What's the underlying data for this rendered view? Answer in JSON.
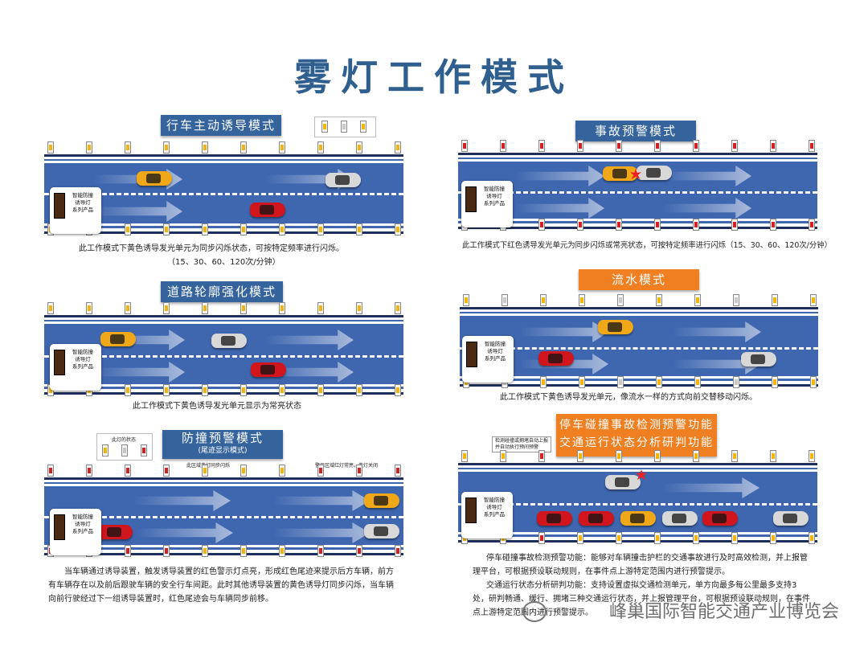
{
  "title": "雾灯工作模式",
  "colors": {
    "blue_badge": "#35649d",
    "orange_badge": "#ef7f21",
    "road": "#3f67b0",
    "title": "#2f5f8f"
  },
  "device_label": "智能防撞\n诱导灯\n系列产品",
  "panels": {
    "p1": {
      "badge": "行车主动诱导模式",
      "caption_1": "此工作模式下黄色诱导发光单元为同步闪烁状态，可按特定频率进行闪烁。",
      "caption_2": "（15、30、60、120次/分钟）"
    },
    "p2": {
      "badge": "道路轮廓强化模式",
      "caption": "此工作模式下黄色诱导发光单元显示为常亮状态"
    },
    "p3": {
      "badge": "防撞预警模式",
      "badge_sub": "(尾迹显示模式)",
      "legend_label": "此灯的状态",
      "note_left": "此区域黄灯同步闪烁",
      "note_right": "警示区域红灯常亮，黄灯关闭",
      "caption_1": "当车辆通过诱导装置，触发诱导装置的红色警示灯点亮，形成红色尾迹来提示后方车辆，前方",
      "caption_2": "有车辆存在以及前后跟驶车辆的安全行车间距。此时其他诱导装置的黄色诱导灯同步闪烁，当车辆",
      "caption_3": "向前行驶经过下一组诱导装置时，红色尾迹会与车辆同步前移。"
    },
    "p4": {
      "badge": "事故预警模式",
      "caption": "此工作模式下红色诱导发光单元为同步闪烁或常亮状态，可按特定频率进行闪烁（15、30、60、120次/分钟）"
    },
    "p5": {
      "badge": "流水模式",
      "caption": "此工作模式下黄色诱导发光单元，像流水一样的方式向前交替移动闪烁。"
    },
    "p6": {
      "badge_1": "停车碰撞事故检测预警功能",
      "badge_2": "交通运行状态分析研判功能",
      "note": "检测碰撞或拥堵自动上报\n并自动执行预间预警",
      "caption_1": "停车碰撞事故检测预警功能：能够对车辆撞击护栏的交通事故进行及时高效检测，并上报管",
      "caption_2": "理平台，可根据预设联动规则，在事件点上游特定范围内进行预警提示。",
      "caption_3": "交通运行状态分析研判功能：支持设置虚拟交通检测单元，单方向最多每公里最多支持3",
      "caption_4": "处，研判畅通、缓行、拥堵三种交通运行状态，并上报管理平台，可根据预设联动规则，在事件",
      "caption_5": "点上游特定范围内进行预警提示。"
    }
  },
  "watermark": "峰巢国际智能交通产业博览会"
}
